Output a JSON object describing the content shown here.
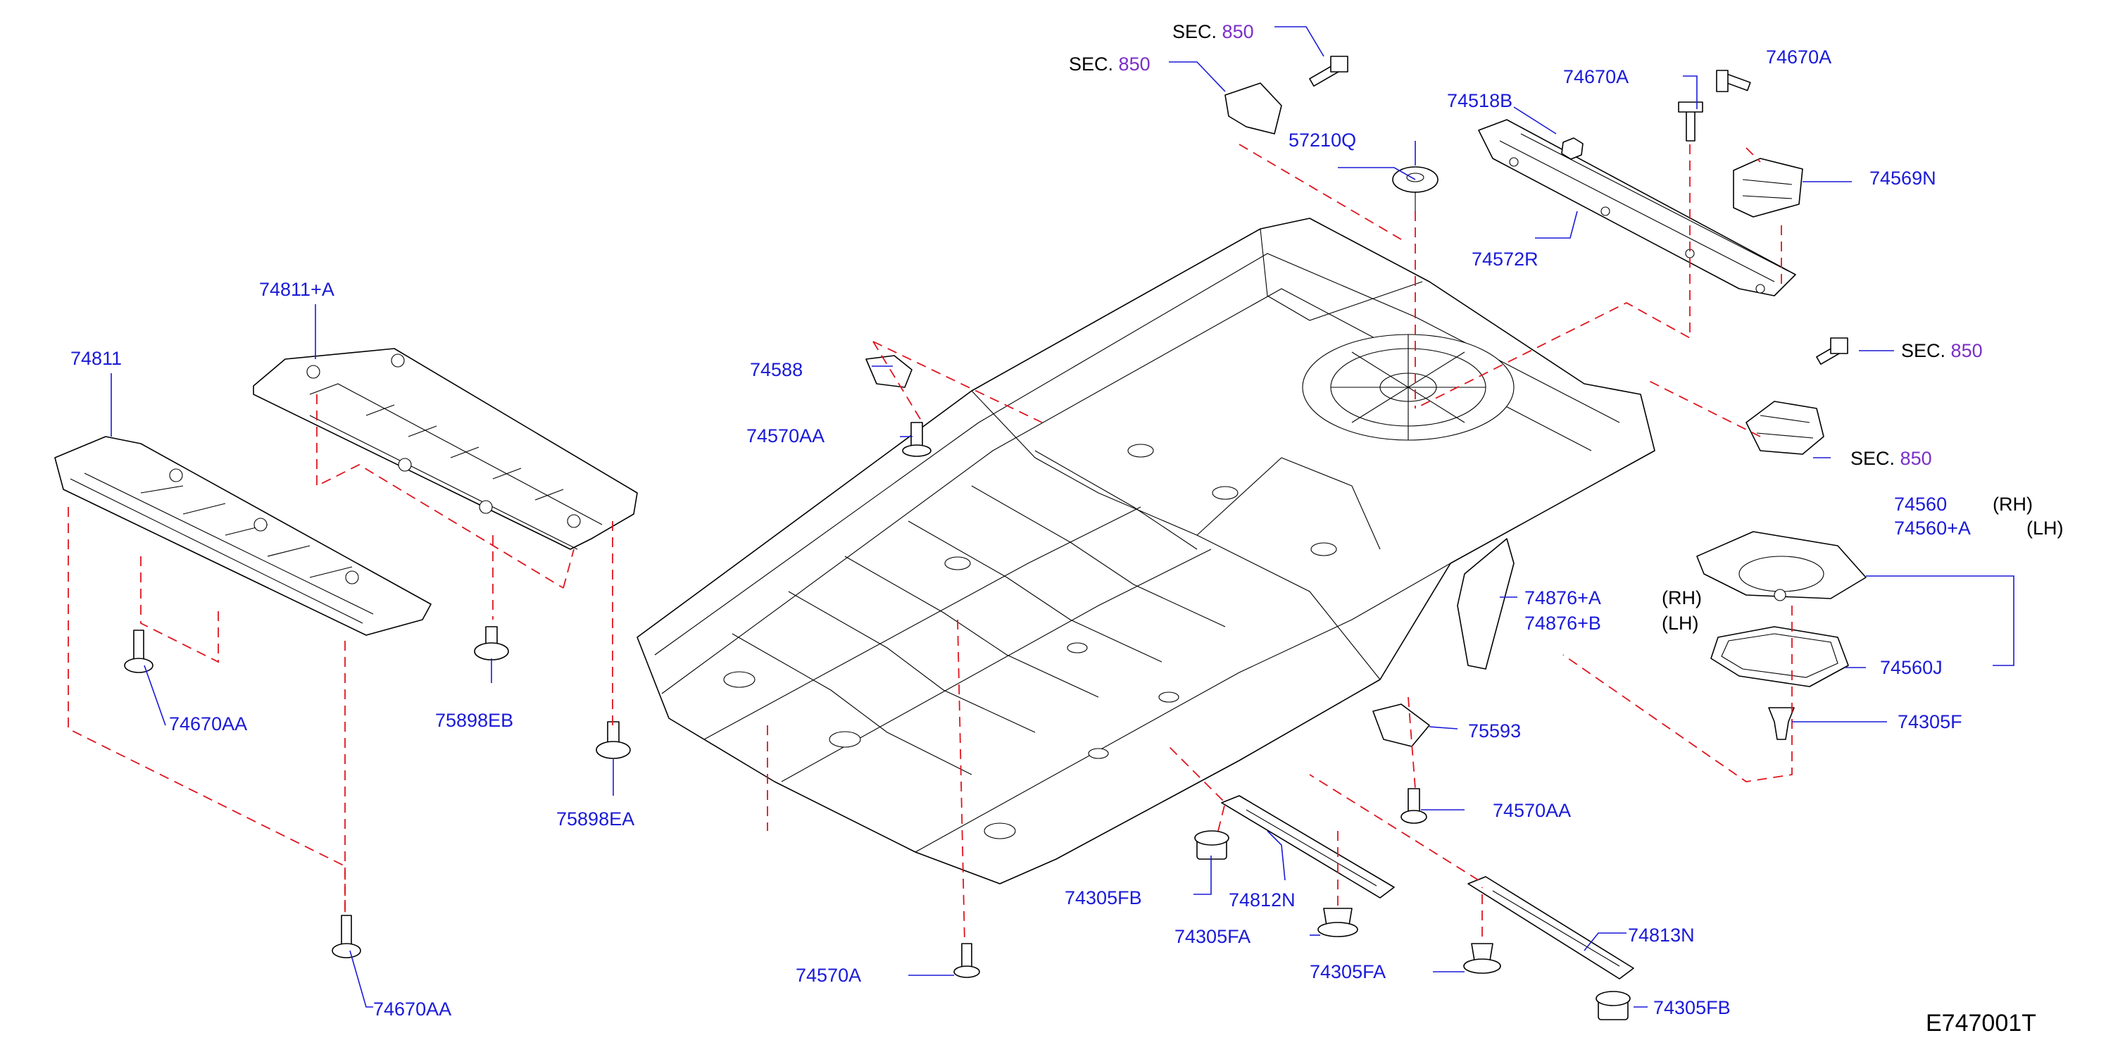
{
  "colors": {
    "part_number": "#1a1ad8",
    "section_number": "#7a2fc8",
    "dashed_line": "#e0141e",
    "outline": "#000000"
  },
  "labels": {
    "sec_850_a": {
      "prefix": "SEC.",
      "num": "850"
    },
    "sec_850_b": {
      "prefix": "SEC.",
      "num": "850"
    },
    "sec_850_c": {
      "prefix": "SEC.",
      "num": "850"
    },
    "sec_850_d": {
      "prefix": "SEC.",
      "num": "850"
    },
    "p74670A_top": "74670A",
    "p74670A_right": "74670A",
    "p74518B": "74518B",
    "p57210Q": "57210Q",
    "p74569N": "74569N",
    "p74572R": "74572R",
    "p74811A": "74811+A",
    "p74811": "74811",
    "p74588": "74588",
    "p74570AA_left": "74570AA",
    "p74560": "74560",
    "rh_74560": "(RH)",
    "p74560A": "74560+A",
    "lh_74560": "(LH)",
    "p74876A": "74876+A",
    "rh_74876": "(RH)",
    "p74876B": "74876+B",
    "lh_74876": "(LH)",
    "p74560J": "74560J",
    "p74305F": "74305F",
    "p74670AA_mid": "74670AA",
    "p75898EB": "75898EB",
    "p75593": "75593",
    "p74570AA_right": "74570AA",
    "p75898EA": "75898EA",
    "p74305FB_left": "74305FB",
    "p74812N": "74812N",
    "p74305FA_left": "74305FA",
    "p74305FA_right": "74305FA",
    "p74813N": "74813N",
    "p74570A": "74570A",
    "p74305FB_right": "74305FB",
    "p74670AA_bottom": "74670AA",
    "diagram_ref": "E747001T"
  }
}
